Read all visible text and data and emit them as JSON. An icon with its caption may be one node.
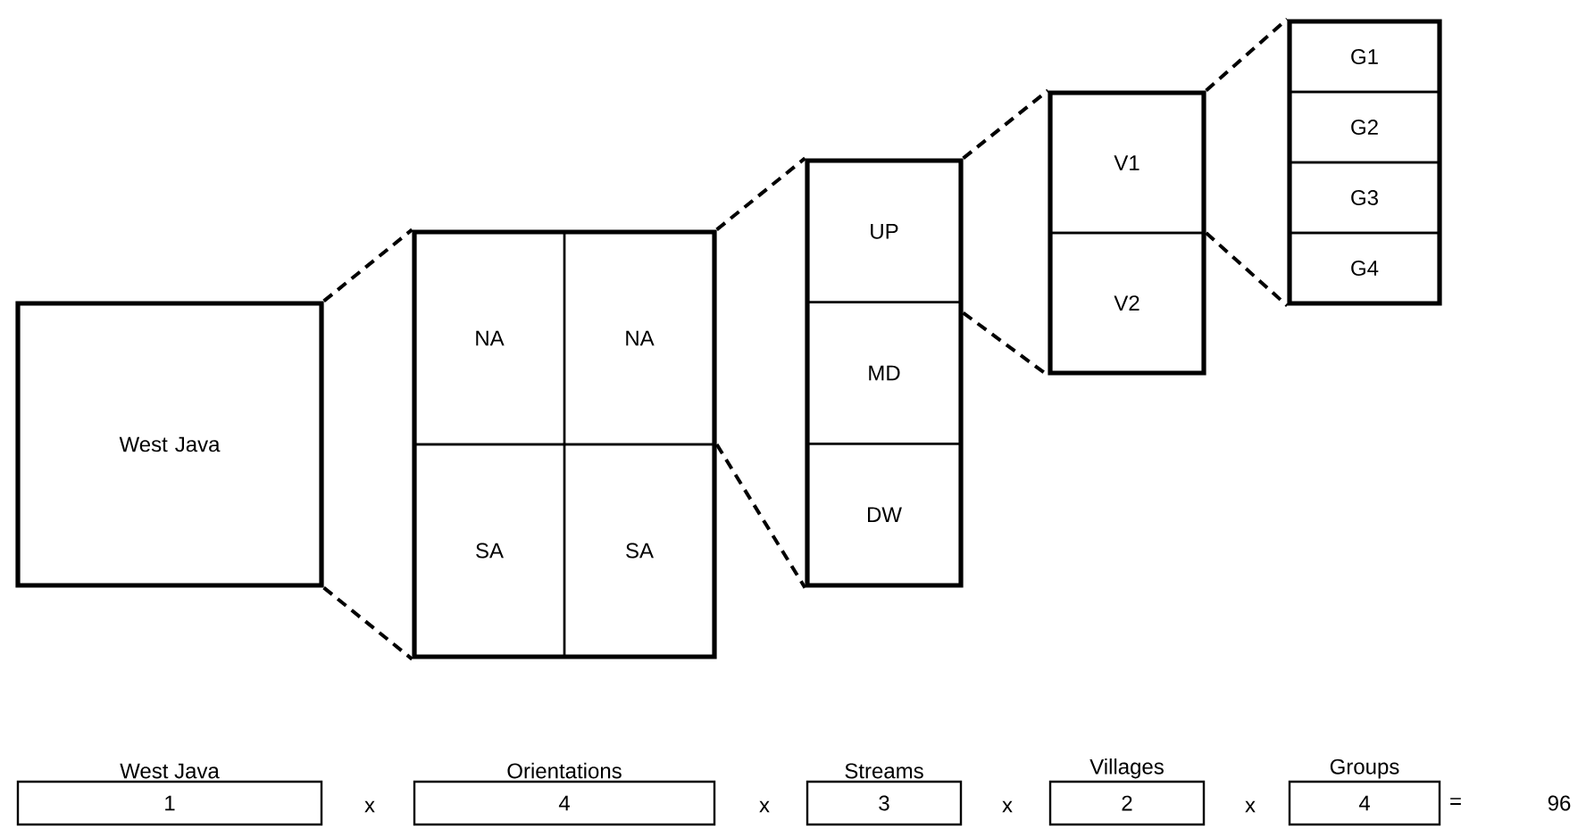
{
  "diagram": {
    "nodes": [
      {
        "text": [
          "West Java"
        ]
      },
      {
        "text": [],
        "shape": "box"
      },
      {
        "text": [
          "NA"
        ],
        "in": 1
      },
      {
        "text": [
          "NA"
        ],
        "in": 1
      },
      {
        "text": [
          "SA"
        ],
        "in": 1
      },
      {
        "text": [
          "SA"
        ],
        "in": 1
      },
      {
        "text": [],
        "shape": "box"
      },
      {
        "text": [
          "UP"
        ],
        "in": 6
      },
      {
        "text": [
          "MD"
        ],
        "in": 6
      },
      {
        "text": [
          "DW"
        ],
        "in": 6
      },
      {
        "text": [],
        "shape": "box"
      },
      {
        "text": [
          "V1"
        ],
        "in": 10
      },
      {
        "text": [
          "V2"
        ],
        "in": 10
      },
      {
        "text": [],
        "shape": "box"
      },
      {
        "text": [
          "G1"
        ],
        "in": 13
      },
      {
        "text": [
          "G2"
        ],
        "in": 13
      },
      {
        "text": [
          "G3"
        ],
        "in": 13
      },
      {
        "text": [
          "G4"
        ],
        "in": 13
      },
      {
        "text": [
          "West Java",
          "1"
        ]
      },
      {
        "text": [
          "Orientations",
          "4"
        ]
      },
      {
        "text": [
          "Streams",
          "3"
        ]
      },
      {
        "text": [
          "Villages",
          "2"
        ]
      },
      {
        "text": [
          "Groups",
          "4"
        ]
      }
    ],
    "edges": [
      {
        "from": 0,
        "to": 1,
        "arrow": "none",
        "style": "dashed"
      },
      {
        "from": 0,
        "to": 1,
        "arrow": "none",
        "style": "dashed"
      },
      {
        "from": 1,
        "to": 6,
        "arrow": "none",
        "style": "dashed"
      },
      {
        "from": 1,
        "to": 6,
        "arrow": "none",
        "style": "dashed"
      },
      {
        "from": 6,
        "to": 10,
        "arrow": "none",
        "style": "dashed"
      },
      {
        "from": 6,
        "to": 10,
        "arrow": "none",
        "style": "dashed"
      },
      {
        "from": 10,
        "to": 13,
        "arrow": "none",
        "style": "dashed"
      },
      {
        "from": 10,
        "to": 13,
        "arrow": "none",
        "style": "dashed"
      }
    ],
    "labels": [
      "x",
      "x",
      "x",
      "x",
      "=",
      "96"
    ]
  }
}
